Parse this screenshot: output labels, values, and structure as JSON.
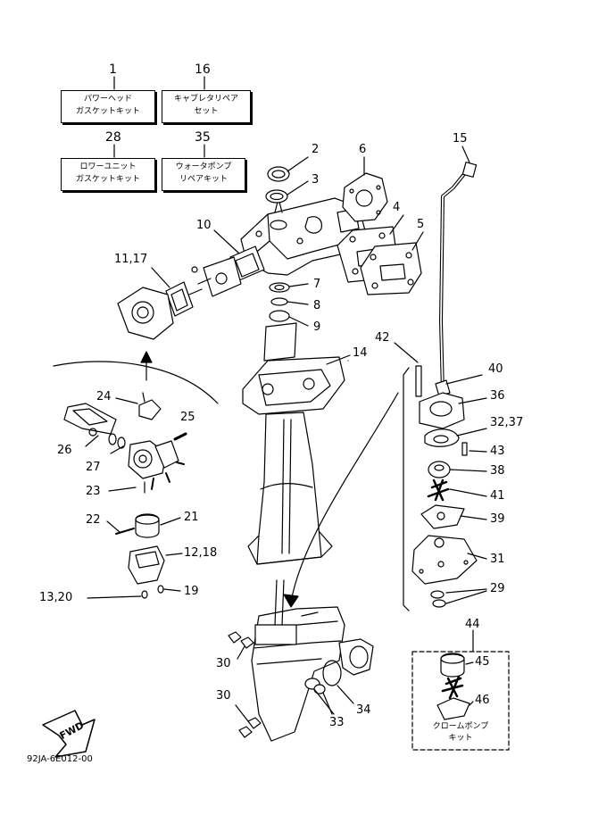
{
  "kits": [
    {
      "number": "1",
      "line1": "パワーヘッド",
      "line2": "ガスケットキット"
    },
    {
      "number": "16",
      "line1": "キャブレタリペア",
      "line2": "セット"
    },
    {
      "number": "28",
      "line1": "ロワーユニット",
      "line2": "ガスケットキット"
    },
    {
      "number": "35",
      "line1": "ウォータポンプ",
      "line2": "リペアキット"
    }
  ],
  "part_labels": {
    "p2": "2",
    "p3": "3",
    "p6": "6",
    "p4": "4",
    "p5": "5",
    "p10": "10",
    "p11_17": "11,17",
    "p7": "7",
    "p8": "8",
    "p9": "9",
    "p14": "14",
    "p15": "15",
    "p42": "42",
    "p40": "40",
    "p36": "36",
    "p32_37": "32,37",
    "p43": "43",
    "p38": "38",
    "p41": "41",
    "p39": "39",
    "p31": "31",
    "p29": "29",
    "p24": "24",
    "p25": "25",
    "p26": "26",
    "p27": "27",
    "p23": "23",
    "p22": "22",
    "p21": "21",
    "p12_18": "12,18",
    "p13_20": "13,20",
    "p19": "19",
    "p30a": "30",
    "p30b": "30",
    "p33": "33",
    "p34": "34",
    "p44": "44",
    "p45": "45",
    "p46": "46"
  },
  "chrome_kit": {
    "line1": "クロームポンプ",
    "line2": "キット"
  },
  "fwd_label": "FWD",
  "diagram_code": "92JA-6E012-00"
}
